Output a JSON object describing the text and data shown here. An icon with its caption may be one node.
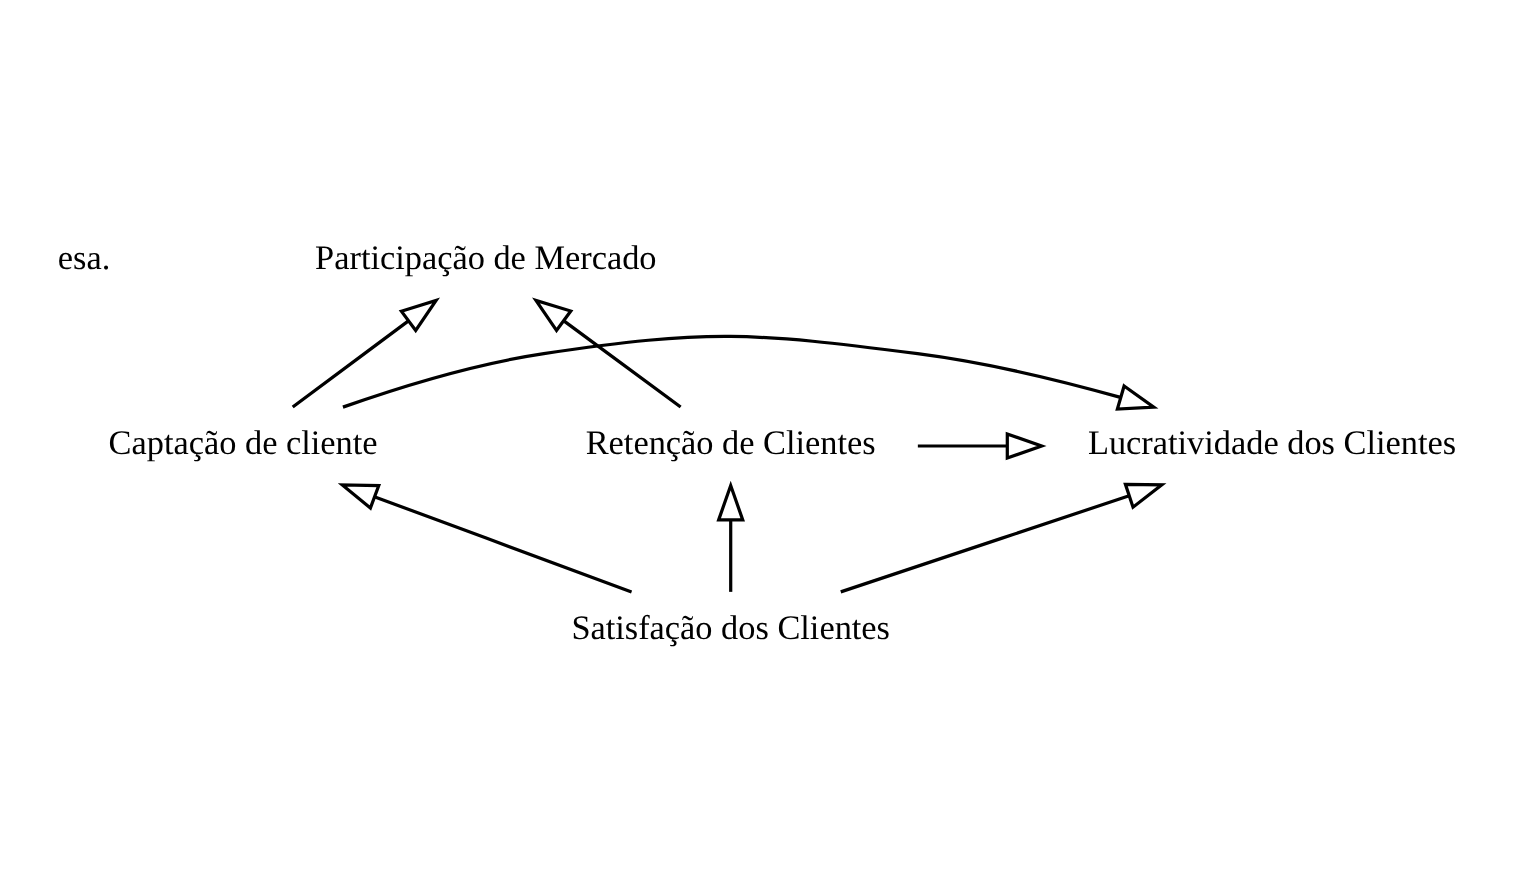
{
  "diagram": {
    "nodes": [
      {
        "text": [
          "Participação de Mercado"
        ]
      },
      {
        "text": [
          "Captação de cliente"
        ]
      },
      {
        "text": [
          "Lucratividade dos Clientes"
        ]
      },
      {
        "text": [
          "Retenção de Clientes"
        ]
      },
      {
        "text": [
          "Satisfação dos Clientes"
        ]
      }
    ],
    "edges": [
      {
        "from": 1,
        "to": 0,
        "arrow": "to"
      },
      {
        "from": 3,
        "to": 0,
        "arrow": "to"
      },
      {
        "from": 1,
        "to": 2,
        "arrow": "to"
      },
      {
        "from": 3,
        "to": 2,
        "arrow": "to"
      },
      {
        "from": 4,
        "to": 2,
        "arrow": "to"
      },
      {
        "from": 4,
        "to": 1,
        "arrow": "to"
      },
      {
        "from": 4,
        "to": 3,
        "arrow": "to"
      }
    ],
    "labels": [
      "esa."
    ]
  }
}
